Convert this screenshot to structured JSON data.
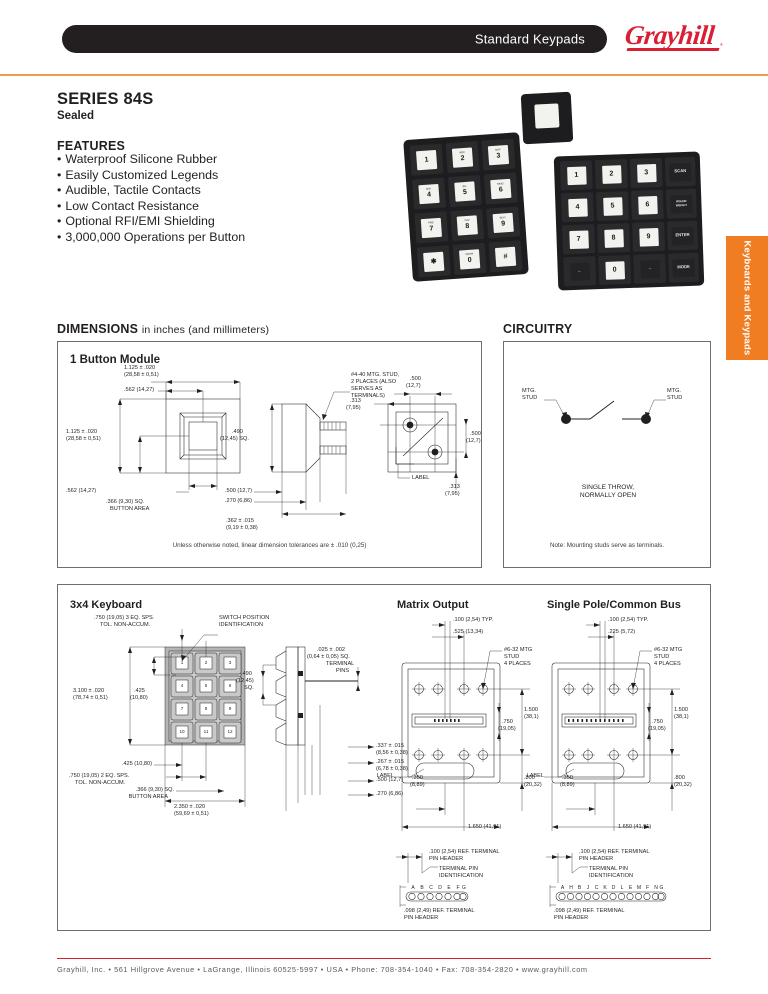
{
  "header": {
    "pill_label": "Standard Keypads",
    "brand": "Grayhill",
    "brand_tm": "®",
    "accent_color": "#f09a4b",
    "brand_color": "#d81f33"
  },
  "side_tab": {
    "label": "Keyboards and Keypads",
    "color": "#f07d22"
  },
  "intro": {
    "series": "SERIES 84S",
    "subtitle": "Sealed",
    "features_heading": "FEATURES",
    "features": [
      "Waterproof Silicone Rubber",
      "Easily Customized Legends",
      "Audible, Tactile Contacts",
      "Low Contact Resistance",
      "Optional RFI/EMI Shielding",
      "3,000,000 Operations per Button"
    ]
  },
  "photo": {
    "keypad_3x4_caps": [
      {
        "sub": "",
        "main": "1"
      },
      {
        "sub": "ABC",
        "main": "2"
      },
      {
        "sub": "DEF",
        "main": "3"
      },
      {
        "sub": "GHI",
        "main": "4"
      },
      {
        "sub": "JKL",
        "main": "5"
      },
      {
        "sub": "MNO",
        "main": "6"
      },
      {
        "sub": "PRS",
        "main": "7"
      },
      {
        "sub": "TUV",
        "main": "8"
      },
      {
        "sub": "WXY",
        "main": "9"
      },
      {
        "sub": "",
        "main": "✱"
      },
      {
        "sub": "OPER",
        "main": "0"
      },
      {
        "sub": "",
        "main": "#"
      }
    ],
    "keypad_4x4_caps": [
      {
        "main": "1",
        "dark": false
      },
      {
        "main": "2",
        "dark": false
      },
      {
        "main": "3",
        "dark": false
      },
      {
        "main": "SCAN",
        "dark": true
      },
      {
        "main": "4",
        "dark": false
      },
      {
        "main": "5",
        "dark": false
      },
      {
        "main": "6",
        "dark": false
      },
      {
        "main": "ROUND WEIGHT",
        "dark": true
      },
      {
        "main": "7",
        "dark": false
      },
      {
        "main": "8",
        "dark": false
      },
      {
        "main": "9",
        "dark": false
      },
      {
        "main": "ENTER",
        "dark": true
      },
      {
        "main": "←",
        "dark": true
      },
      {
        "main": "0",
        "dark": false
      },
      {
        "main": "→",
        "dark": true
      },
      {
        "main": "MODE",
        "dark": true
      }
    ]
  },
  "dimensions_section": {
    "heading": "DIMENSIONS",
    "heading_light": "in inches (and millimeters)",
    "panel_title": "1 Button Module",
    "note": "Unless otherwise noted, linear dimension tolerances are ± .010 (0,25)",
    "callouts": {
      "width_top": "1.125 ± .020",
      "width_top_mm": "(28,58 ± 0,51)",
      "half_top": ".562 (14,27)",
      "height_left": "1.125 ± .020",
      "height_left_mm": "(28,58 ± 0,51)",
      "half_left": ".562 (14,27)",
      "button_area": ".366 (9,30) SQ.",
      "button_area_l2": "BUTTON AREA",
      "stud_note_l1": "#4-40 MTG. STUD,",
      "stud_note_l2": "2 PLACES (ALSO",
      "stud_note_l3": "SERVES AS",
      "stud_note_l4": "TERMINALS)",
      "side_sq": ".490",
      "side_sq_mm": "(12,45) SQ.",
      "depth_500": ".500 (12,7)",
      "depth_270": ".270 (6,86)",
      "depth_362": ".362 ± .015",
      "depth_362_mm": "(9,19 ± 0,38)",
      "rear_500": ".500",
      "rear_500_mm": "(12,7)",
      "rear_313": ".313",
      "rear_313_mm": "(7,95)",
      "rear_500b": ".500",
      "rear_500b_mm": "(12,7)",
      "rear_313b": ".313",
      "rear_313b_mm": "(7,95)",
      "label": "LABEL"
    }
  },
  "circuitry_section": {
    "heading": "CIRCUITRY",
    "stud_left": "MTG.",
    "stud_left_2": "STUD",
    "stud_right": "MTG.",
    "stud_right_2": "STUD",
    "caption_l1": "SINGLE THROW,",
    "caption_l2": "NORMALLY OPEN",
    "note": "Note: Mounting studs serve as terminals."
  },
  "keyboard_section": {
    "title_3x4": "3x4 Keyboard",
    "title_matrix": "Matrix Output",
    "title_single_pole": "Single Pole/Common Bus",
    "switch_positions": [
      "1",
      "2",
      "3",
      "4",
      "5",
      "6",
      "7",
      "8",
      "9",
      "10",
      "11",
      "12"
    ],
    "callouts": {
      "top_sps": ".750 (19,05) 3 EQ. SPS.",
      "top_sps_2": "TOL. NON-ACCUM.",
      "switch_pos_l1": "SWITCH POSITION",
      "switch_pos_l2": "IDENTIFICATION",
      "height": "3.100 ± .020",
      "height_mm": "(78,74 ± 0,51)",
      "pitch_425": ".425",
      "pitch_425_mm": "(10,80)",
      "pitch_425_low": ".425 (10,80)",
      "bot_sps": ".750 (19,05) 2 EQ. SPS.",
      "bot_sps_2": "TOL. NON-ACCUM.",
      "button_area": ".366 (9,30) SQ.",
      "button_area_2": "BUTTON AREA",
      "width": "2.350 ± .020",
      "width_mm": "(59,69 ± 0,51)",
      "side_sq": ".490",
      "side_sq_mm": "(12,45)",
      "side_sq_3": "SQ.",
      "term_pins": ".025 ± .002",
      "term_pins_mm": "(0,64 ± 0,05) SQ.",
      "term_pins_l3": "TERMINAL",
      "term_pins_l4": "PINS",
      "d337": ".337 ± .015",
      "d337_mm": "(8,56 ± 0,38)",
      "d267": ".267 ± .015",
      "d267_mm": "(6,78 ± 0,38)",
      "d500": ".500 (12,7)",
      "d270": ".270 (6,86)"
    },
    "matrix": {
      "typ": ".100 (2,54) TYP.",
      "offset": ".525 (13,34)",
      "stud_l1": "#6-32 MTG",
      "stud_l2": "STUD",
      "stud_l3": "4 PLACES",
      "label": "LABEL",
      "h1500": "1.500",
      "h1500_mm": "(38,1)",
      "h750": ".750",
      "h750_mm": "(19,05)",
      "h800": ".800",
      "h800_mm": "(20,32)",
      "w350": ".350",
      "w350_mm": "(8,89)",
      "w1650": "1.650 (41,91)",
      "hdr_top": ".100 (2,54) REF. TERMINAL",
      "hdr_top_2": "PIN HEADER",
      "pin_id_l1": "TERMINAL PIN",
      "pin_id_l2": "IDENTIFICATION",
      "pins": [
        "A",
        "B",
        "C",
        "D",
        "E",
        "F",
        "G"
      ],
      "hdr_bot": ".098 (2,49) REF. TERMINAL",
      "hdr_bot_2": "PIN HEADER"
    },
    "single_pole": {
      "typ": ".100 (2,54) TYP.",
      "offset": ".225 (5,72)",
      "stud_l1": "#6-32 MTG",
      "stud_l2": "STUD",
      "stud_l3": "4 PLACES",
      "label": "LABEL",
      "h1500": "1.500",
      "h1500_mm": "(38,1)",
      "h750": ".750",
      "h750_mm": "(19,05)",
      "h800": ".800",
      "h800_mm": "(20,32)",
      "w350": ".350",
      "w350_mm": "(8,89)",
      "w1650": "1.650 (41,91)",
      "hdr_top": ".100 (2,54) REF. TERMINAL",
      "hdr_top_2": "PIN HEADER",
      "pin_id_l1": "TERMINAL PIN",
      "pin_id_l2": "IDENTIFICATION",
      "pins": [
        "A",
        "H",
        "B",
        "J",
        "C",
        "K",
        "D",
        "L",
        "E",
        "M",
        "F",
        "N",
        "G"
      ],
      "hdr_bot": ".098 (2,49) REF. TERMINAL",
      "hdr_bot_2": "PIN HEADER"
    }
  },
  "footer": {
    "text": "Grayhill, Inc. • 561 Hillgrove Avenue • LaGrange, Illinois   60525-5997 • USA • Phone: 708-354-1040 • Fax: 708-354-2820 • www.grayhill.com"
  }
}
